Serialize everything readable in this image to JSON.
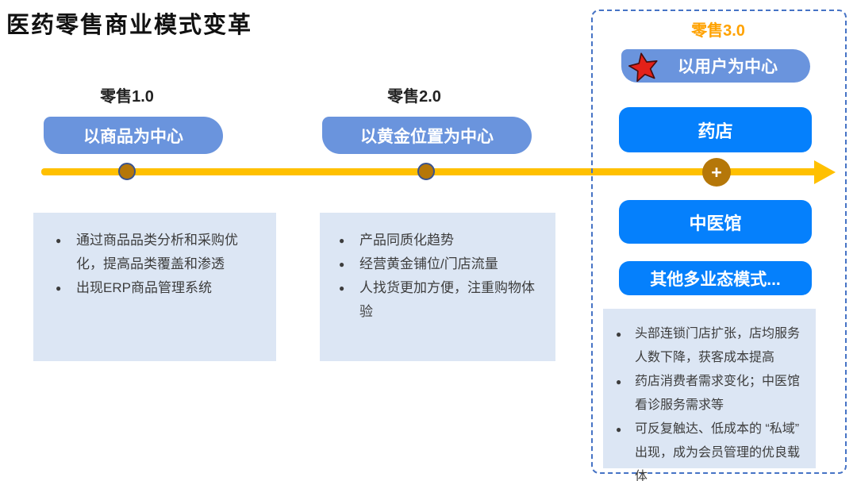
{
  "title": "医药零售商业模式变革",
  "stages": [
    {
      "label": "零售1.0",
      "pill": "以商品为中心",
      "bullets": [
        "通过商品品类分析和采购优化，提高品类覆盖和渗透",
        "出现ERP商品管理系统"
      ]
    },
    {
      "label": "零售2.0",
      "pill": "以黄金位置为中心",
      "bullets": [
        "产品同质化趋势",
        "经营黄金铺位/门店流量",
        "人找货更加方便，注重购物体验"
      ]
    },
    {
      "label": "零售3.0",
      "pill": "以用户为中心",
      "buttons": [
        "药店",
        "中医馆",
        "其他多业态模式..."
      ],
      "bullets": [
        "头部连锁门店扩张，店均服务人数下降，获客成本提高",
        "药店消费者需求变化；中医馆看诊服务需求等",
        "可反复触达、低成本的 “私域” 出现，成为会员管理的优良载体"
      ]
    }
  ],
  "timeline": {
    "plus": "+"
  },
  "icons": {
    "star": "star-icon",
    "bullet": "●"
  },
  "colors": {
    "timeline_gold": "#FFC000",
    "marker_brown": "#B57709",
    "marker_border_navy": "#39538E",
    "pill_blue": "#6A94DD",
    "button_blue": "#0580FC",
    "note_box_bg": "#DCE6F4",
    "dashed_border_blue": "#4673C5",
    "stage3_label_orange": "#FFA200",
    "star_red": "#E32119",
    "text_dark": "#3D3D3D"
  }
}
